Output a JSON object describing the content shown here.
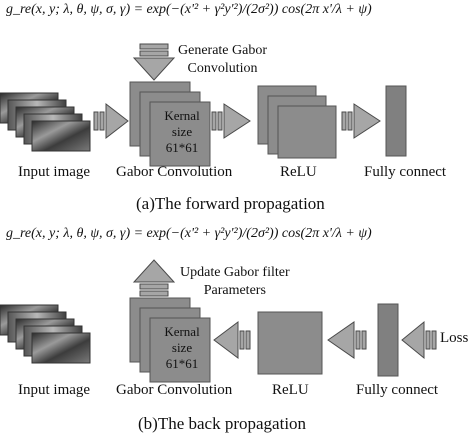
{
  "forward": {
    "formula": "g_re(x, y; λ, θ, ψ, σ, γ) = exp(−(x'² + γ²y'²)/(2σ²)) cos(2π x'/λ + ψ)",
    "annotation_line1": "Generate Gabor",
    "annotation_line2": "Convolution",
    "kernel_line1": "Kernal",
    "kernel_line2": "size",
    "kernel_line3": "61*61",
    "labels": [
      "Input image",
      "Gabor Convolution",
      "ReLU",
      "Fully connect"
    ],
    "caption": "(a)The forward propagation"
  },
  "backward": {
    "formula": "g_re(x, y; λ, θ, ψ, σ, γ) = exp(−(x'² + γ²y'²)/(2σ²)) cos(2π x'/λ + ψ)",
    "annotation_line1": "Update Gabor filter",
    "annotation_line2": "Parameters",
    "kernel_line1": "Kernal",
    "kernel_line2": "size",
    "kernel_line3": "61*61",
    "labels": [
      "Input image",
      "Gabor Convolution",
      "ReLU",
      "Fully connect"
    ],
    "loss_label": "Loss",
    "caption": "(b)The back propagation"
  },
  "colors": {
    "block_fill": "#8c8c8c",
    "block_stroke": "#555555",
    "arrow_fill": "#a6a6a6",
    "arrow_stroke": "#4a4a4a",
    "fc_fill": "#808080"
  }
}
